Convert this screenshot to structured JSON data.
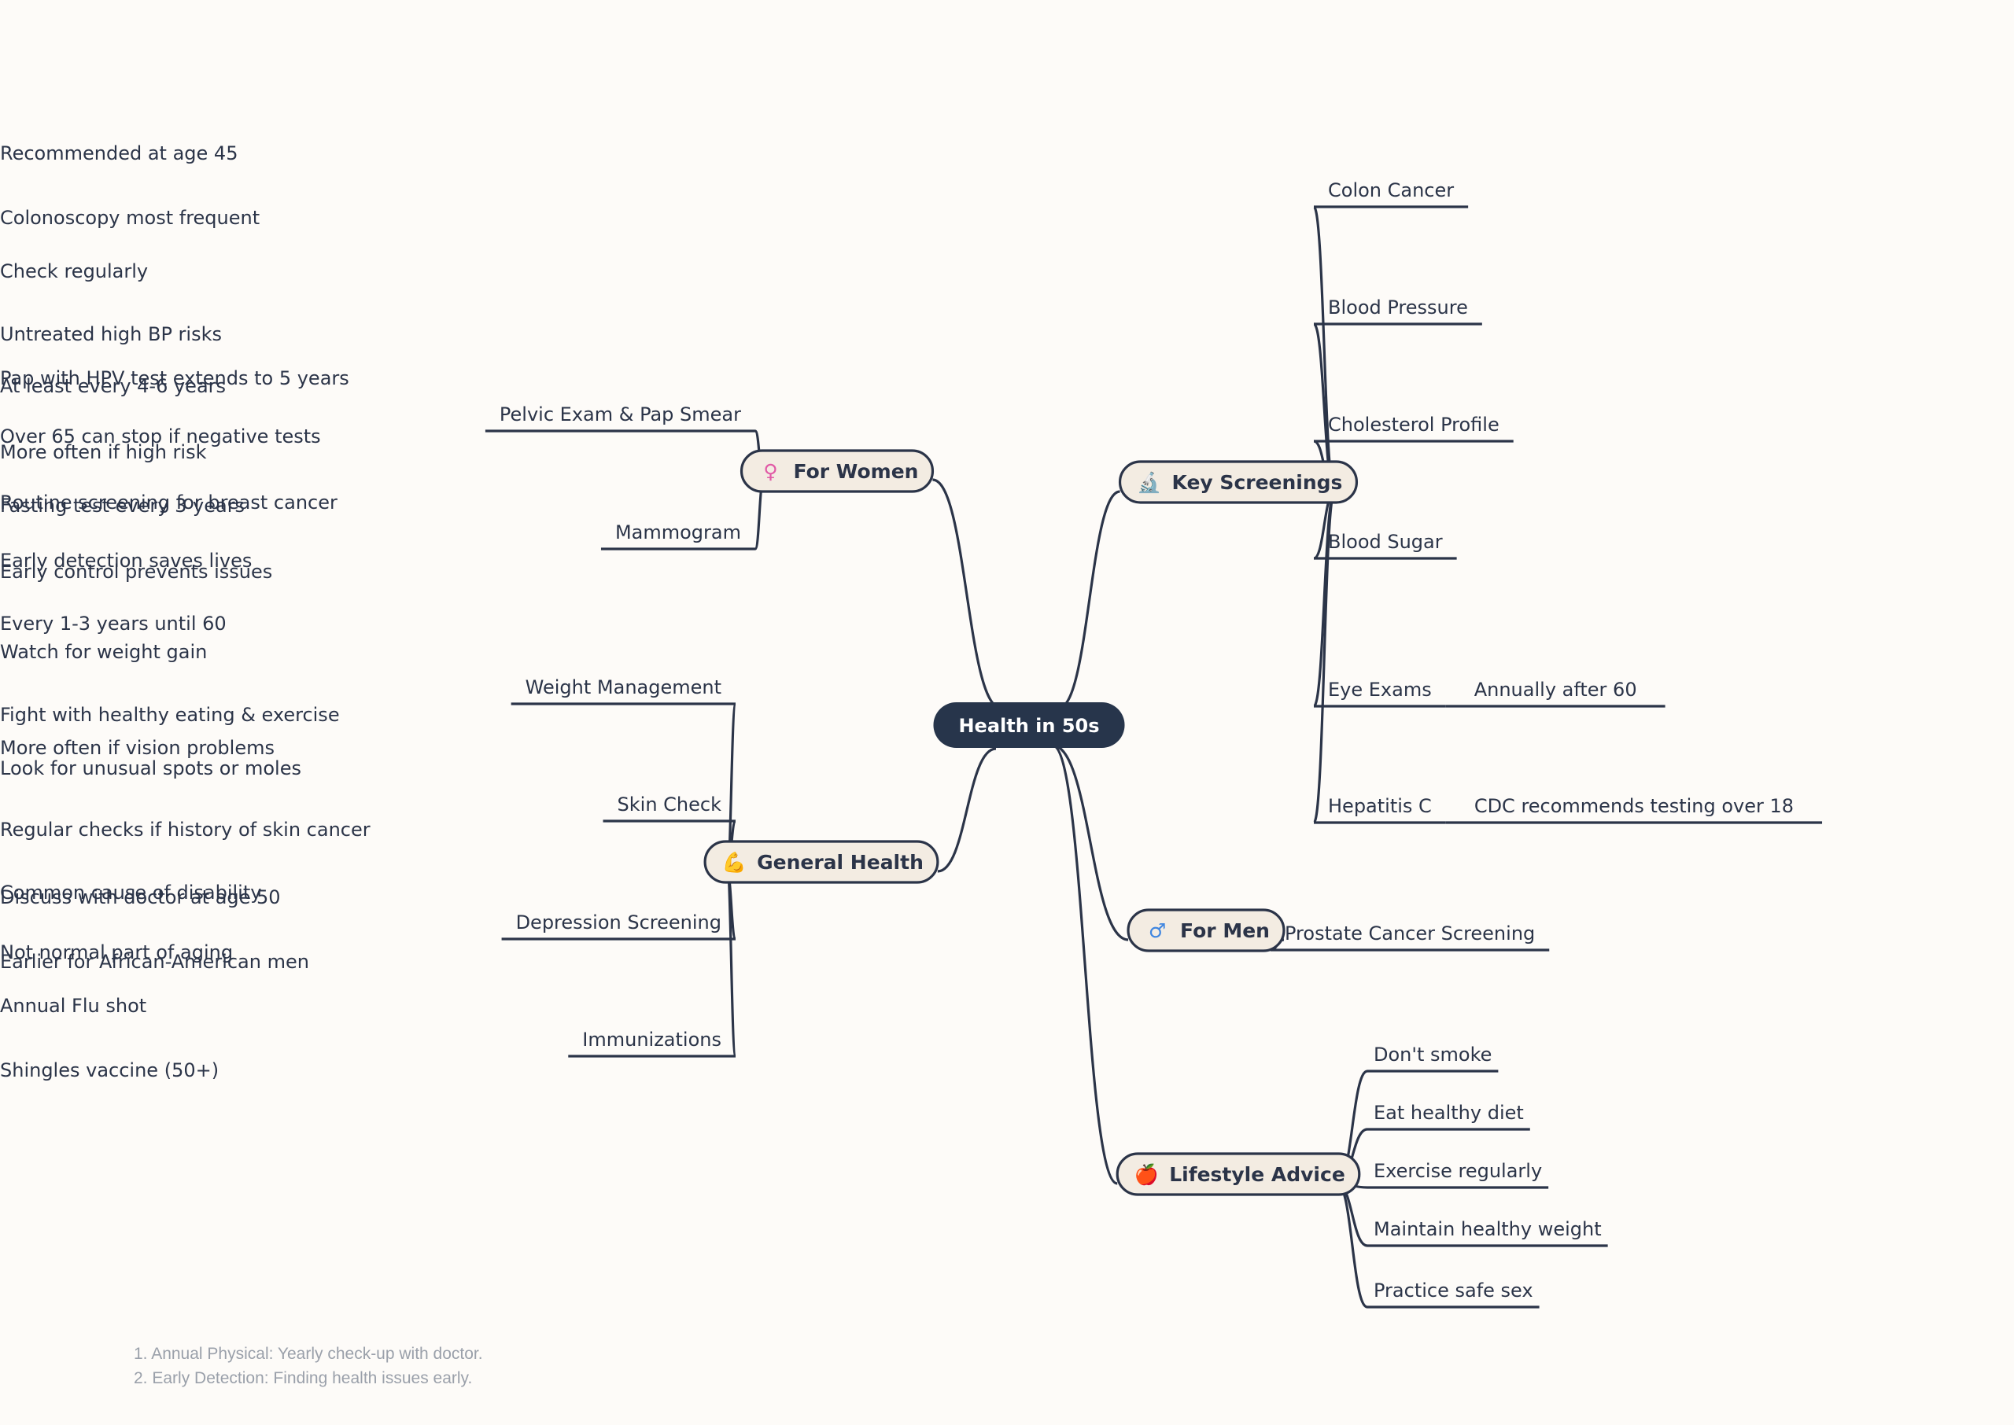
{
  "root": {
    "label": "Health in 50s"
  },
  "branches": {
    "women": {
      "label": "For Women",
      "icon": "female-sign-icon",
      "glyph": "♀",
      "icon_color": "#e15aa6",
      "children": [
        {
          "label": "Pelvic Exam & Pap Smear",
          "children": [
            "Pap with HPV test extends to 5 years",
            "Over 65 can stop if negative tests"
          ]
        },
        {
          "label": "Mammogram",
          "children": [
            "Routine screening for breast cancer",
            "Early detection saves lives"
          ]
        }
      ]
    },
    "general": {
      "label": "General Health",
      "icon": "flexed-biceps-icon",
      "glyph": "💪",
      "icon_color": "#f2b233",
      "children": [
        {
          "label": "Weight Management",
          "children": [
            "Watch for weight gain",
            "Fight with healthy eating & exercise"
          ]
        },
        {
          "label": "Skin Check",
          "children": [
            "Look for unusual spots or moles",
            "Regular checks if history of skin cancer"
          ]
        },
        {
          "label": "Depression Screening",
          "children": [
            "Common cause of disability",
            "Not normal part of aging"
          ]
        },
        {
          "label": "Immunizations",
          "children": [
            "Annual Flu shot",
            "Shingles vaccine (50+)"
          ]
        }
      ]
    },
    "screenings": {
      "label": "Key Screenings",
      "icon": "microscope-icon",
      "glyph": "🔬",
      "icon_color": "#8a94a6",
      "children": [
        {
          "label": "Colon Cancer",
          "children": [
            "Recommended at age 45",
            "Colonoscopy most frequent"
          ]
        },
        {
          "label": "Blood Pressure",
          "children": [
            "Check regularly",
            "Untreated high BP risks"
          ]
        },
        {
          "label": "Cholesterol Profile",
          "children": [
            "At least every 4-6 years",
            "More often if high risk"
          ]
        },
        {
          "label": "Blood Sugar",
          "children": [
            "Fasting test every 3 years",
            "Early control prevents issues"
          ]
        },
        {
          "label": "Eye Exams",
          "children": [
            "Every 1-3 years until 60",
            "Annually after 60",
            "More often if vision problems"
          ]
        },
        {
          "label": "Hepatitis C",
          "children": [
            "CDC recommends testing over 18"
          ]
        }
      ]
    },
    "men": {
      "label": "For Men",
      "icon": "male-sign-icon",
      "glyph": "♂",
      "icon_color": "#3f86e0",
      "children": [
        {
          "label": "Prostate Cancer Screening",
          "children": [
            "Discuss with doctor at age 50",
            "Earlier for African-American men"
          ]
        }
      ]
    },
    "lifestyle": {
      "label": "Lifestyle Advice",
      "icon": "apple-icon",
      "glyph": "🍎",
      "icon_color": "#d8333b",
      "children": [
        {
          "label": "Don't smoke"
        },
        {
          "label": "Eat healthy diet"
        },
        {
          "label": "Exercise regularly"
        },
        {
          "label": "Maintain healthy weight"
        },
        {
          "label": "Practice safe sex"
        }
      ]
    }
  },
  "notes": [
    "1. Annual Physical: Yearly check-up with doctor.",
    "2. Early Detection: Finding health issues early."
  ]
}
